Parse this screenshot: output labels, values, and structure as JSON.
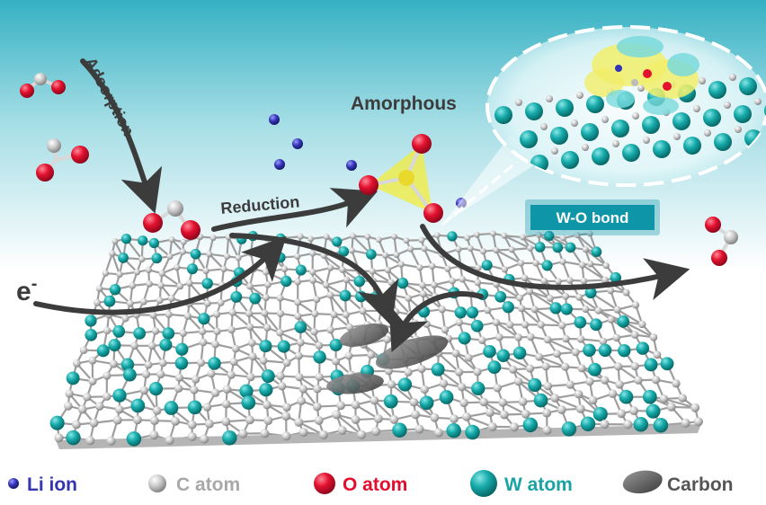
{
  "labels": {
    "adsorption": "Adsorption",
    "reduction": "Reduction",
    "amorphous": "Amorphous",
    "electron": "e",
    "electron_sup": "-",
    "wo_bond": "W-O bond"
  },
  "legend": [
    {
      "label": "Li ion",
      "symbol": "li",
      "color": "#3535b0"
    },
    {
      "label": "C atom",
      "symbol": "c",
      "color": "#a8a8a8"
    },
    {
      "label": "O atom",
      "symbol": "o",
      "color": "#e30d2e"
    },
    {
      "label": "W atom",
      "symbol": "w",
      "color": "#1aa3a3"
    },
    {
      "label": "Carbon",
      "symbol": "carbon",
      "color": "#555555"
    }
  ],
  "colors": {
    "sky_top": "#3fb5c6",
    "c_atom": "#c4c4c4",
    "o_atom": "#e0102e",
    "w_atom": "#15a8a8",
    "li_ion": "#3535b0",
    "bond_box": "#0e96a8",
    "arrow": "#3c3c3c",
    "yellow": "#f3ec3a"
  }
}
